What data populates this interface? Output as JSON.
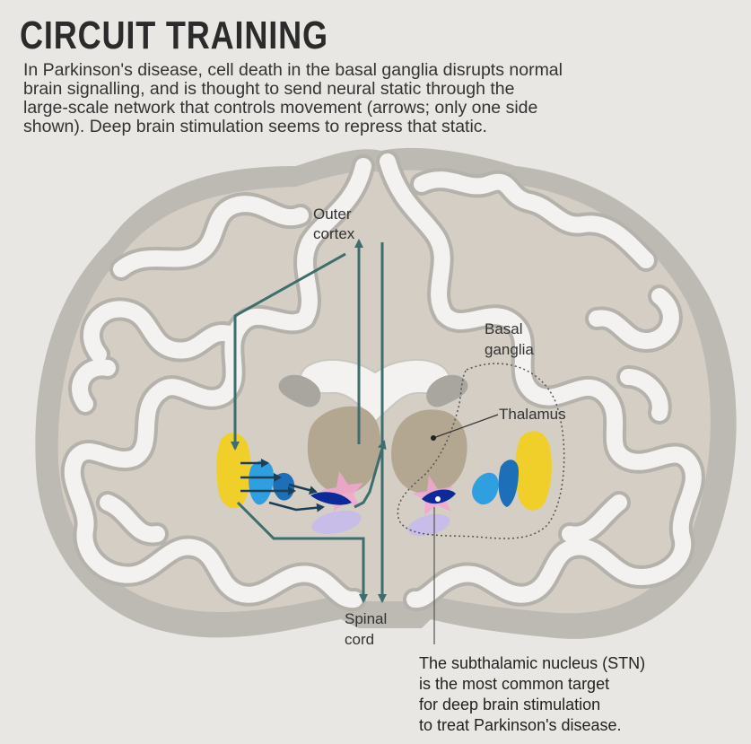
{
  "title": "CIRCUIT TRAINING",
  "description_lines": [
    "In Parkinson's disease, cell death in the basal ganglia disrupts normal",
    "brain signalling, and is thought to send neural static through the",
    "large-scale network that controls movement (arrows; only one side",
    "shown). Deep brain stimulation seems to repress that static."
  ],
  "labels": {
    "outer_cortex": [
      "Outer",
      "cortex"
    ],
    "basal_ganglia": [
      "Basal",
      "ganglia"
    ],
    "thalamus": "Thalamus",
    "spinal_cord": [
      "Spinal",
      "cord"
    ],
    "stn_note": [
      "The subthalamic nucleus (STN)",
      "is the most common target",
      "for deep brain stimulation",
      "to treat Parkinson's disease."
    ]
  },
  "colors": {
    "background": "#e9e7e3",
    "brain_shadow": "#bdb9b3",
    "brain_body": "#d4cec5",
    "cortex_white": "#f3f2f0",
    "cortex_outline": "#b5b1ab",
    "thalamus": "#b4a791",
    "putamen_yellow": "#f0cf2a",
    "globus_pallidus_blue": "#2f9fe0",
    "caudate_blue": "#1d6fb8",
    "stn_dark_blue": "#0c2a9a",
    "substantia_lavender": "#c7bde8",
    "stimulation_pink": "#f3a6d0",
    "arrow_teal": "#3d6d6d"
  }
}
